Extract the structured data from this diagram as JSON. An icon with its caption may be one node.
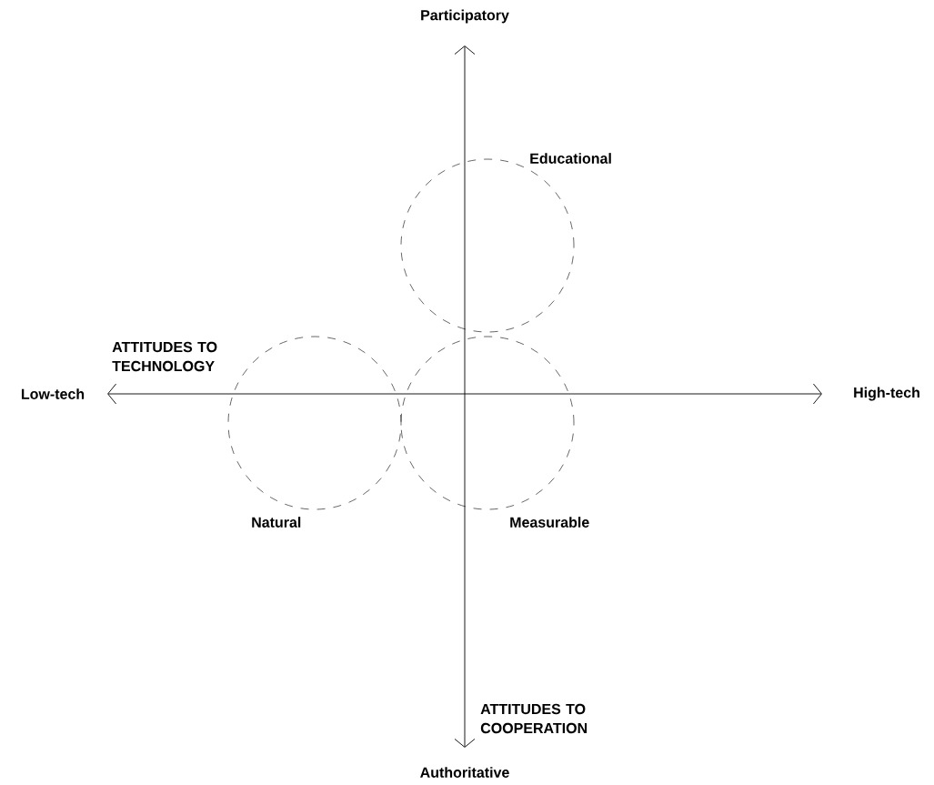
{
  "diagram": {
    "nodes": [
      {
        "text": [],
        "shape": "circle",
        "beside": [
          "Educational"
        ]
      },
      {
        "text": [],
        "shape": "circle",
        "beside": [
          "Natural"
        ]
      },
      {
        "text": [],
        "shape": "circle",
        "beside": [
          "Measurable"
        ]
      }
    ],
    "labels": [
      "Participatory",
      "ATTITUDES TO TECHNOLOGY",
      "Low-tech",
      "High-tech",
      "ATTITUDES TO COOPERATION",
      "Authoritative"
    ]
  }
}
